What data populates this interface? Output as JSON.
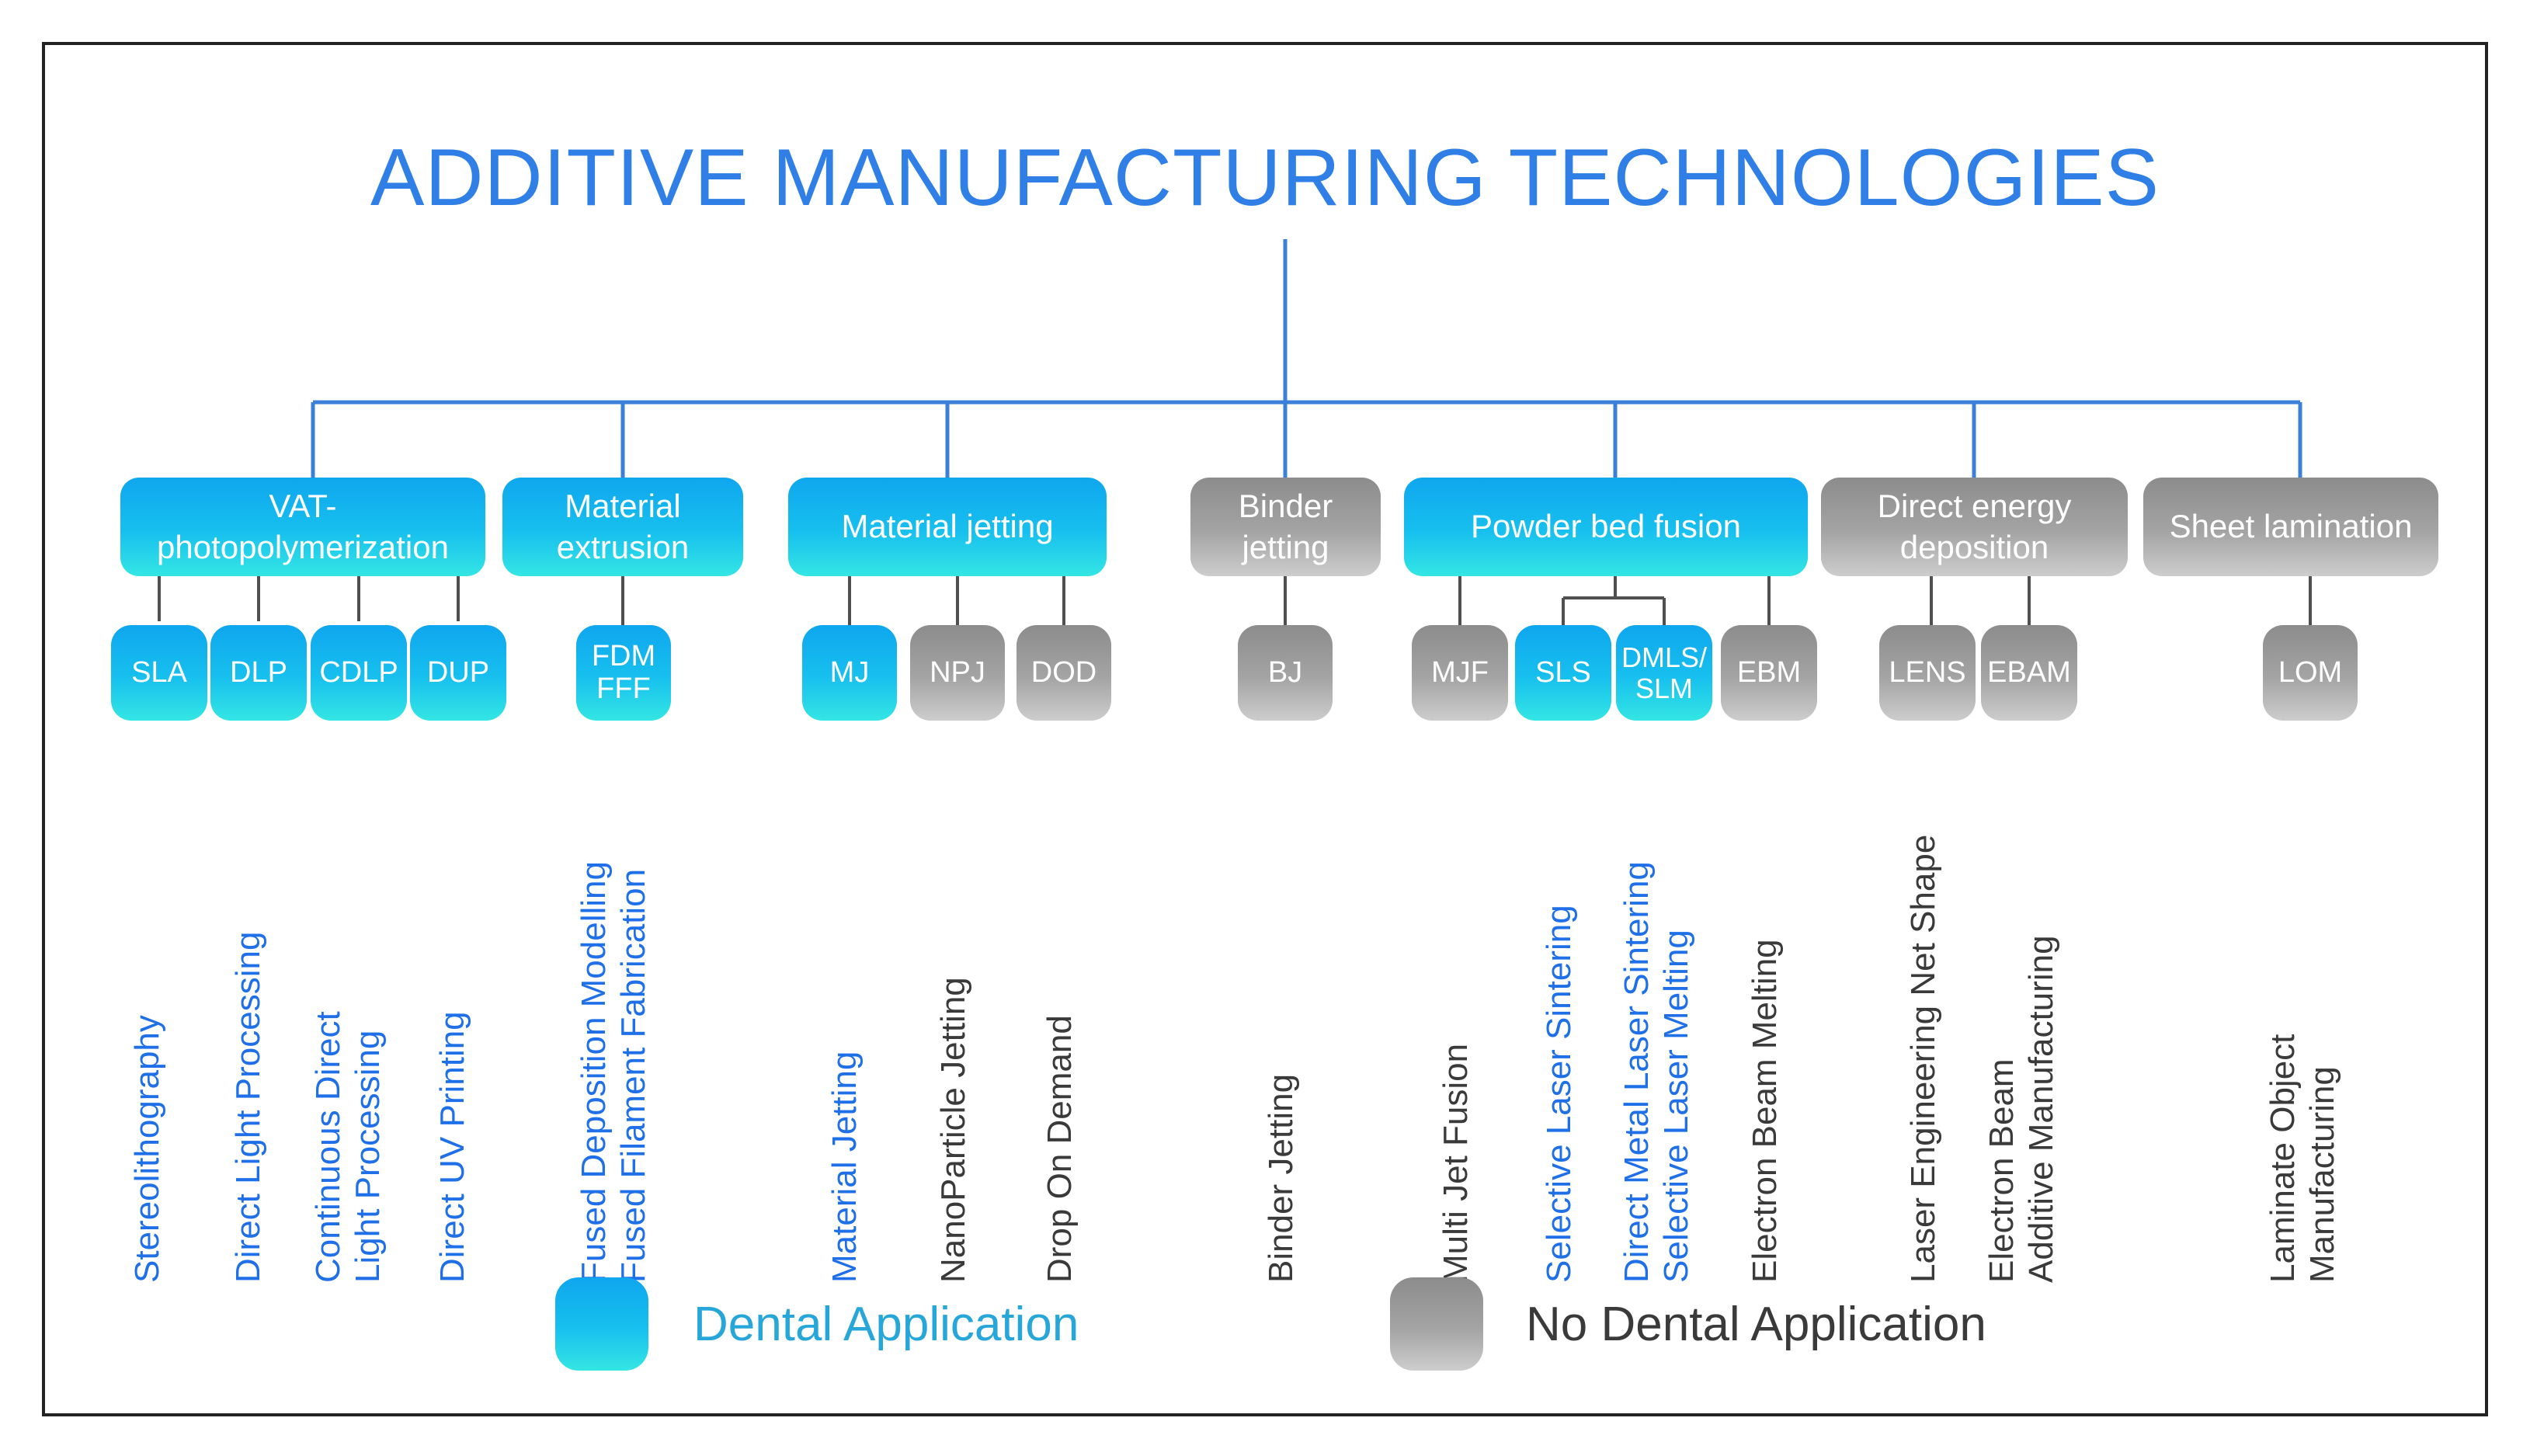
{
  "title": "ADDITIVE MANUFACTURING TECHNOLOGIES",
  "categories": {
    "vat": "VAT-\nphotopolymerization",
    "extrusion": "Material\nextrusion",
    "jetting": "Material jetting",
    "binder": "Binder\njetting",
    "powder": "Powder bed fusion",
    "ded": "Direct energy\ndeposition",
    "sheet": "Sheet lamination"
  },
  "abbreviations": {
    "sla": "SLA",
    "dlp": "DLP",
    "cdlp": "CDLP",
    "dup": "DUP",
    "fdm": "FDM\nFFF",
    "mj": "MJ",
    "npj": "NPJ",
    "dod": "DOD",
    "bj": "BJ",
    "mjf": "MJF",
    "sls": "SLS",
    "dmls": "DMLS/\nSLM",
    "ebm": "EBM",
    "lens": "LENS",
    "ebam": "EBAM",
    "lom": "LOM"
  },
  "full_names": {
    "sla": "Stereolithography",
    "dlp": "Direct Light Processing",
    "cdlp": "Continuous Direct\nLight Processing",
    "dup": "Direct UV Printing",
    "fdm": "Fused Deposition Modelling\nFused Filament Fabrication",
    "mj": "Material Jetting",
    "npj": "NanoParticle Jetting",
    "dod": "Drop On Demand",
    "bj": "Binder Jetting",
    "mjf": "Multi Jet Fusion",
    "sls": "Selective Laser Sintering",
    "dmls": "Direct Metal Laser Sintering\nSelective Laser Melting",
    "ebm": "Electron Beam Melting",
    "lens": "Laser Engineering Net Shape",
    "ebam": "Electron Beam\nAdditive Manufacturing",
    "lom": "Laminate Object\nManufacturing"
  },
  "legend": {
    "dental": "Dental Application",
    "nodental": "No Dental Application"
  },
  "colors": {
    "dental": "#18b8ee",
    "no_dental": "#a0a0a0",
    "connector": "#3a7fd8",
    "title": "#2f7fe6"
  }
}
